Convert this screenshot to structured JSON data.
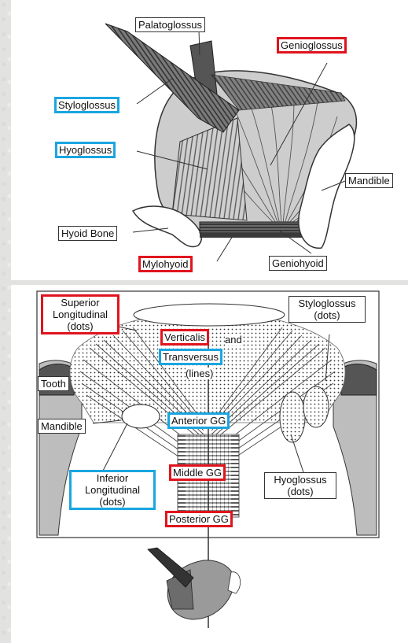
{
  "colors": {
    "highlight_blue": "#1aa6e0",
    "highlight_red": "#e0141e",
    "muscle_dark": "#3a3a3a",
    "muscle_mid": "#8a8a8a",
    "tissue_light": "#cfcfcf"
  },
  "top_diagram": {
    "labels": {
      "palatoglossus": "Palatoglossus",
      "genioglossus": "Genioglossus",
      "styloglossus": "Styloglossus",
      "hyoglossus": "Hyoglossus",
      "mandible": "Mandible",
      "hyoid_bone": "Hyoid Bone",
      "mylohyoid": "Mylohyoid",
      "geniohyoid": "Geniohyoid"
    }
  },
  "bottom_diagram": {
    "labels": {
      "superior_longitudinal": [
        "Superior",
        "Longitudinal",
        "(dots)"
      ],
      "styloglossus_dots": [
        "Styloglossus",
        "(dots)"
      ],
      "verticalis": "Verticalis",
      "and": "and",
      "transversus": "Transversus",
      "lines": "(lines)",
      "tooth": "Tooth",
      "mandible": "Mandible",
      "anterior_gg": "Anterior GG",
      "inferior_longitudinal": [
        "Inferior",
        "Longitudinal",
        "(dots)"
      ],
      "middle_gg": "Middle GG",
      "hyoglossus_dots": [
        "Hyoglossus",
        "(dots)"
      ],
      "posterior_gg": "Posterior GG"
    }
  }
}
